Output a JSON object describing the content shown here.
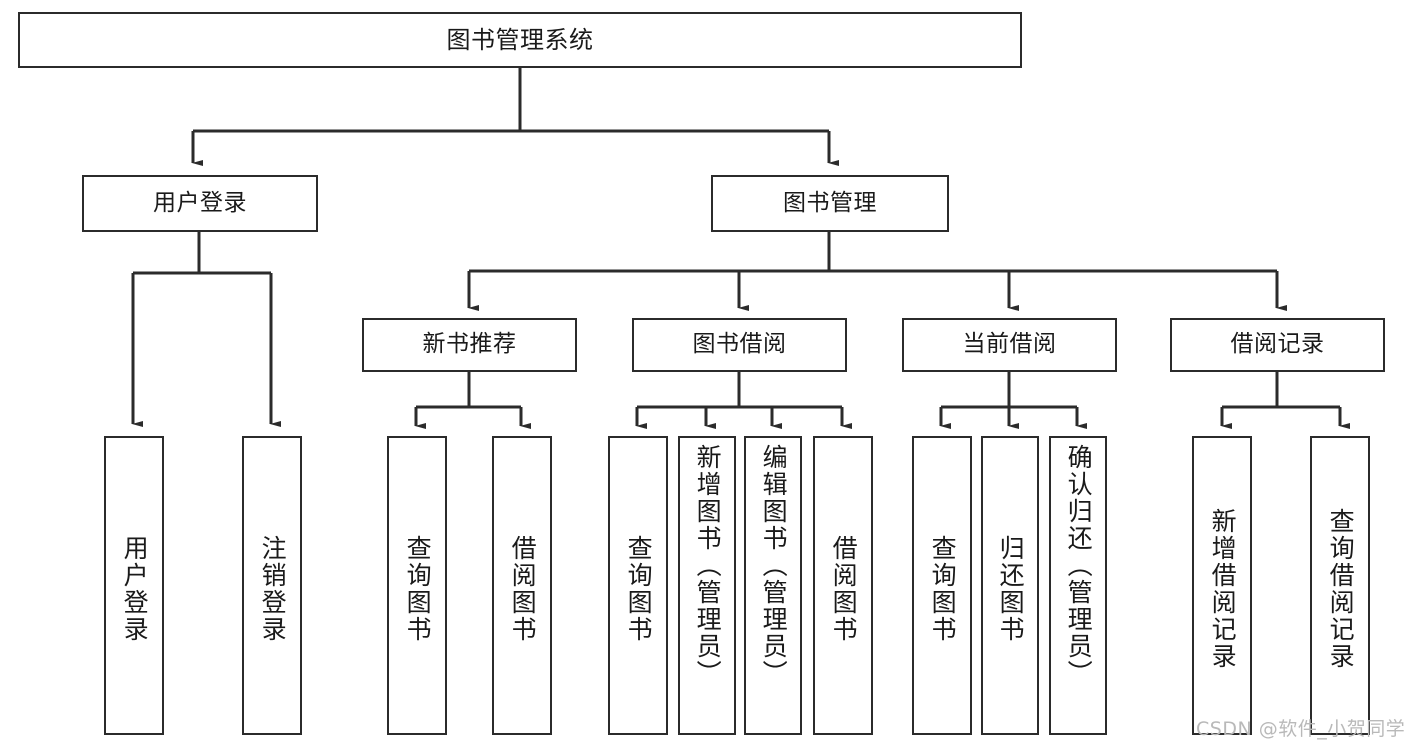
{
  "diagram": {
    "type": "hierarchy-tree",
    "title": "图书管理系统",
    "root": {
      "id": "root",
      "label": "图书管理系统"
    },
    "level2": [
      {
        "id": "user-login",
        "label": "用户登录"
      },
      {
        "id": "book-manage",
        "label": "图书管理"
      }
    ],
    "level3": [
      {
        "id": "new-book-recommend",
        "label": "新书推荐",
        "parent": "book-manage"
      },
      {
        "id": "book-borrow",
        "label": "图书借阅",
        "parent": "book-manage"
      },
      {
        "id": "current-borrow",
        "label": "当前借阅",
        "parent": "book-manage"
      },
      {
        "id": "borrow-record",
        "label": "借阅记录",
        "parent": "book-manage"
      }
    ],
    "leaves": [
      {
        "id": "leaf-user-login",
        "label": "用户登录",
        "parent": "user-login"
      },
      {
        "id": "leaf-logout",
        "label": "注销登录",
        "parent": "user-login"
      },
      {
        "id": "leaf-query-book-1",
        "label": "查询图书",
        "parent": "new-book-recommend"
      },
      {
        "id": "leaf-borrow-book-1",
        "label": "借阅图书",
        "parent": "new-book-recommend"
      },
      {
        "id": "leaf-query-book-2",
        "label": "查询图书",
        "parent": "book-borrow"
      },
      {
        "id": "leaf-add-book",
        "label": "新增图书（管理员）",
        "parent": "book-borrow"
      },
      {
        "id": "leaf-edit-book",
        "label": "编辑图书（管理员）",
        "parent": "book-borrow"
      },
      {
        "id": "leaf-borrow-book-2",
        "label": "借阅图书",
        "parent": "book-borrow"
      },
      {
        "id": "leaf-query-book-3",
        "label": "查询图书",
        "parent": "current-borrow"
      },
      {
        "id": "leaf-return-book",
        "label": "归还图书",
        "parent": "current-borrow"
      },
      {
        "id": "leaf-confirm-return",
        "label": "确认归还（管理员）",
        "parent": "current-borrow"
      },
      {
        "id": "leaf-add-record",
        "label": "新增借阅记录",
        "parent": "borrow-record"
      },
      {
        "id": "leaf-query-record",
        "label": "查询借阅记录",
        "parent": "borrow-record"
      }
    ]
  },
  "watermark": {
    "text": "CSDN @软件_小贺同学"
  },
  "colors": {
    "stroke": "#2b2b2b",
    "background": "#ffffff",
    "text": "#1a1a1a",
    "watermark": "#b9b9b9"
  }
}
